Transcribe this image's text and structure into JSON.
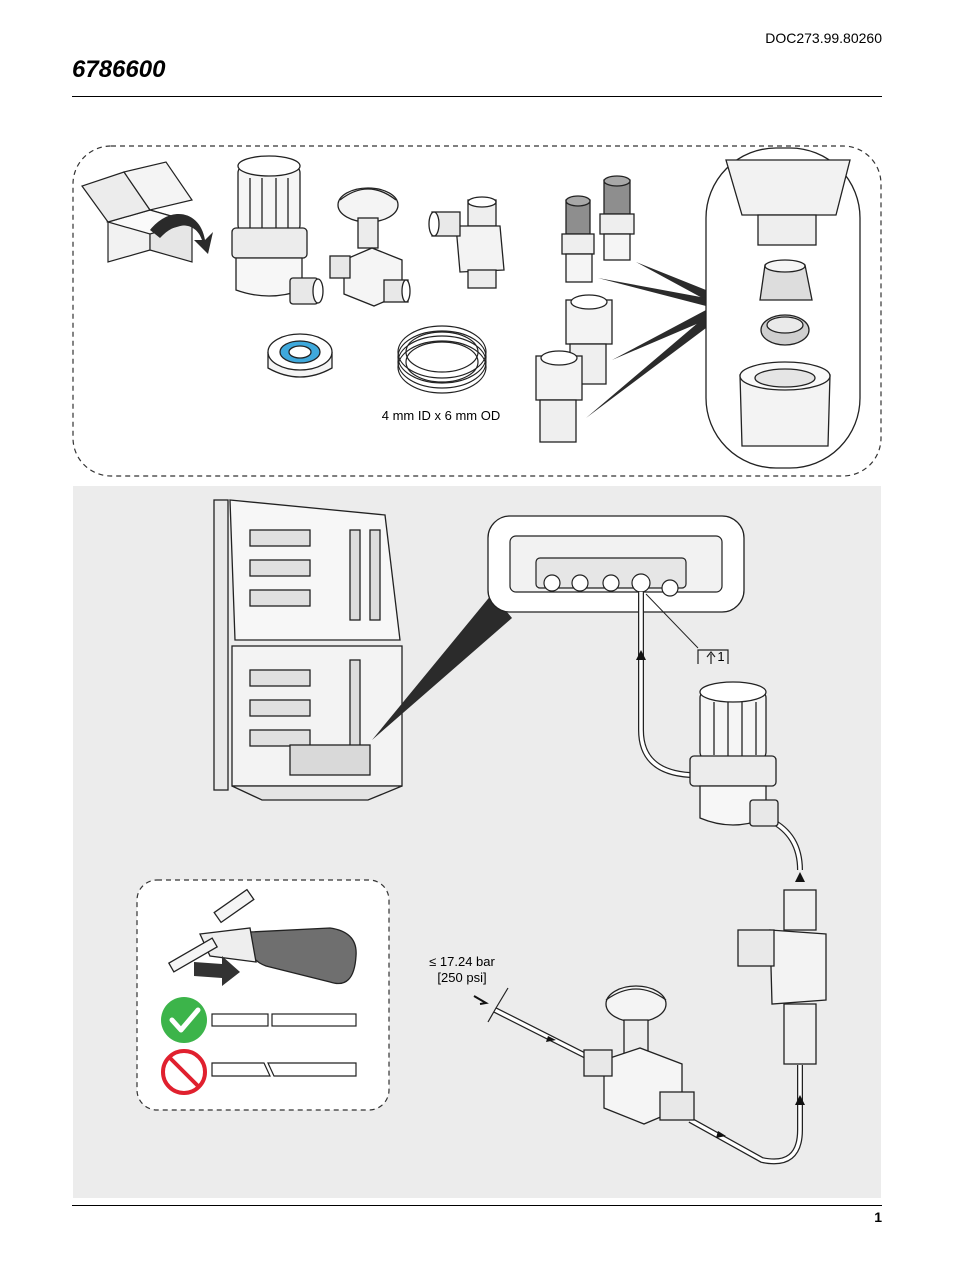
{
  "header": {
    "doc_id": "DOC273.99.80260",
    "title": "6786600"
  },
  "parts": {
    "tubing_label": "4 mm ID x 6 mm OD"
  },
  "install": {
    "callout_number": "1",
    "pressure_line1": "≤ 17.24 bar",
    "pressure_line2": "[250 psi]"
  },
  "footer": {
    "page_number": "1"
  },
  "colors": {
    "tape_blue": "#3fa9dc",
    "ok_green": "#3cb44a",
    "no_red": "#e0202e"
  }
}
